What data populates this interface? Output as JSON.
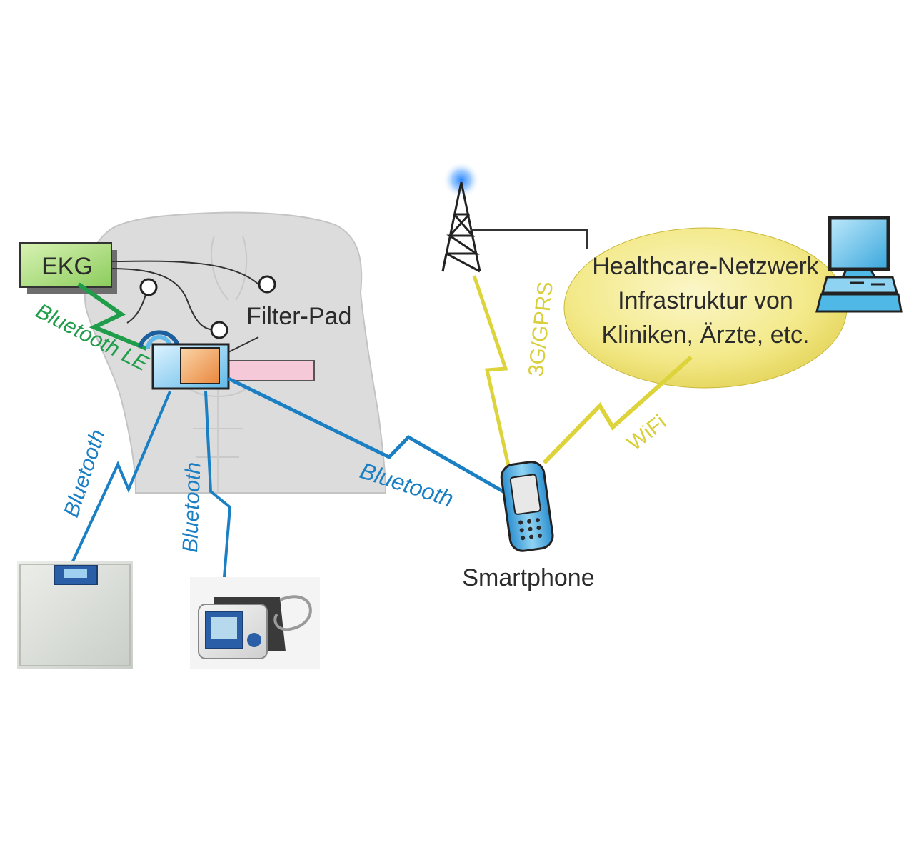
{
  "labels": {
    "ekg": "EKG",
    "filter_pad": "Filter-Pad",
    "bluetooth_le": "Bluetooth LE",
    "bluetooth_scale": "Bluetooth",
    "bluetooth_bp": "Bluetooth",
    "bluetooth_phone": "Bluetooth",
    "gprs": "3G/GPRS",
    "wifi": "WiFi",
    "smartphone": "Smartphone",
    "network_line1": "Healthcare-Netzwerk",
    "network_line2": "Infrastruktur von",
    "network_line3": "Kliniken, Ärzte, etc."
  },
  "colors": {
    "bluetooth": "#1b7fc4",
    "bluetooth_le": "#1f9d4a",
    "cellular": "#d8d23c",
    "cloud": "#f1e47a",
    "body": "#dcdcdc",
    "ekg_box": "#b8e08a",
    "filter_pad": "#f0a060",
    "belt": "#f6c9d8",
    "monitor": "#4fb8e6"
  },
  "icons": [
    "body-silhouette",
    "ekg-device-icon",
    "electrode-icon",
    "wireless-hub-icon",
    "radio-tower-icon",
    "desktop-computer-icon",
    "smartphone-icon",
    "bathroom-scale-icon",
    "blood-pressure-monitor-icon"
  ]
}
